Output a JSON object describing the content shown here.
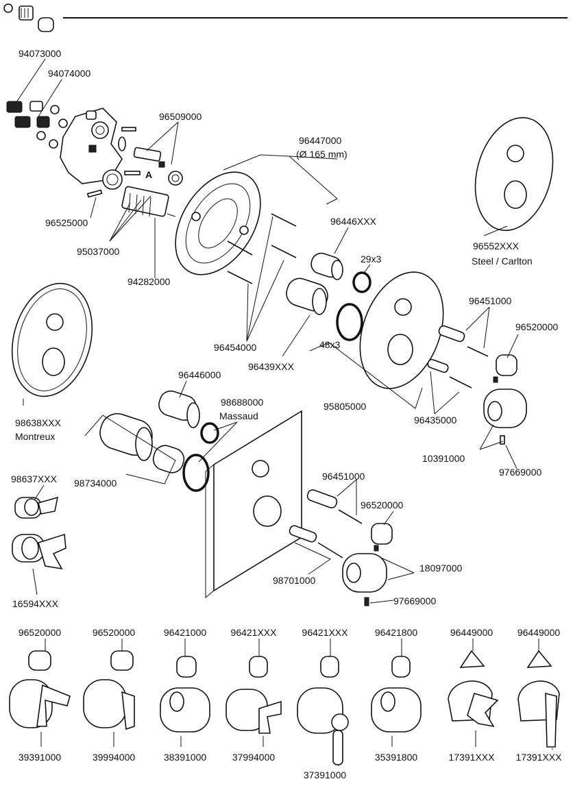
{
  "labels": {
    "p94073000": "94073000",
    "p94074000": "94074000",
    "p96509000": "96509000",
    "calloutA": "A",
    "p96525000": "96525000",
    "p95037000": "95037000",
    "p94282000": "94282000",
    "p96447000": "96447000",
    "p96447000_note": "(Ø 165 mm)",
    "p96446XXX": "96446XXX",
    "p29x3": "29x3",
    "p96552XXX": "96552XXX",
    "p96552XXX_note": "Steel / Carlton",
    "p96451000_top": "96451000",
    "p96520000_top": "96520000",
    "p48x3": "48x3",
    "p96454000": "96454000",
    "p96439XXX": "96439XXX",
    "p98638XXX": "98638XXX",
    "p98638XXX_note": "Montreux",
    "p96446000": "96446000",
    "p98688000": "98688000",
    "p98688000_note": "Massaud",
    "p95805000": "95805000",
    "p96435000": "96435000",
    "p10391000": "10391000",
    "p97669000_top": "97669000",
    "p98734000": "98734000",
    "p98637XXX": "98637XXX",
    "p96451000_mid": "96451000",
    "p96520000_mid": "96520000",
    "p18097000": "18097000",
    "p98701000": "98701000",
    "p97669000_mid": "97669000",
    "p16594XXX": "16594XXX"
  },
  "handle_variants": [
    {
      "cap": "96520000",
      "handle": "39391000"
    },
    {
      "cap": "96520000",
      "handle": "39994000"
    },
    {
      "cap": "96421000",
      "handle": "38391000"
    },
    {
      "cap": "96421XXX",
      "handle": "37994000"
    },
    {
      "cap": "96421XXX",
      "handle": "37391000"
    },
    {
      "cap": "96421800",
      "handle": "35391800"
    },
    {
      "cap": "96449000",
      "handle": "17391XXX"
    },
    {
      "cap": "96449000",
      "handle": "17391XXX"
    }
  ]
}
